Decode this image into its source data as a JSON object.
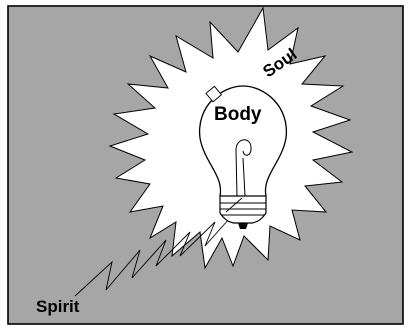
{
  "labels": {
    "body": "Body",
    "soul": "Soul",
    "spirit": "Spirit"
  },
  "colors": {
    "background": "#a6a6a6",
    "glow": "#ffffff",
    "ink": "#000000"
  }
}
